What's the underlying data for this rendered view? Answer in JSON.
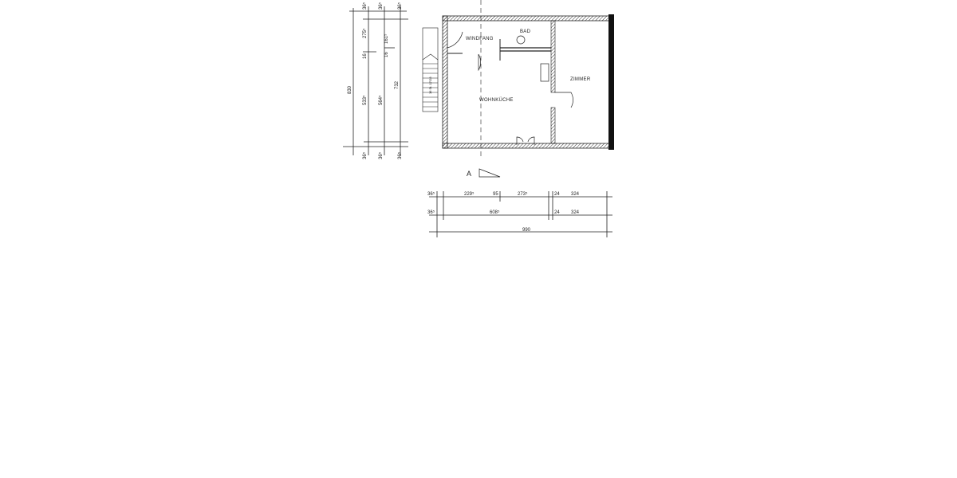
{
  "rooms": {
    "windfang": "WINDFANG",
    "bad": "BAD",
    "zimmer": "ZIMMER",
    "wohnkueche": "WOHNKÜCHE",
    "stair": "16 St. 17/28"
  },
  "section_marker": "A",
  "dimensions": {
    "left_outer": "830",
    "left_top": [
      "36⁵",
      "36⁵",
      "36⁵"
    ],
    "left_mid": [
      "275⁵",
      "16",
      "16",
      "161⁵"
    ],
    "left_long": [
      "533⁵",
      "564⁵",
      "732"
    ],
    "left_bottom": [
      "36⁵",
      "36⁵",
      "36⁵"
    ],
    "bottom_row1": [
      "36⁵",
      "229⁵",
      "95",
      "273⁵",
      "24",
      "324"
    ],
    "bottom_row2": [
      "36⁵",
      "608⁵",
      "24",
      "324"
    ],
    "bottom_total": "990"
  }
}
